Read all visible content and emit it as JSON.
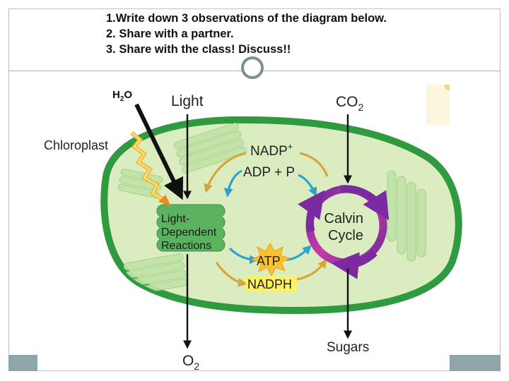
{
  "slide": {
    "instructions": [
      "1.Write down 3 observations of the diagram below.",
      "2. Share with a partner.",
      "3. Share with the class! Discuss!!"
    ]
  },
  "diagram": {
    "water_label": {
      "main": "H",
      "sub": "2",
      "tail": "O"
    },
    "light_label": "Light",
    "co2_label": {
      "main": "CO",
      "sub": "2"
    },
    "chloroplast_label": "Chloroplast",
    "nadp_label": {
      "main": "NADP",
      "sup": "+"
    },
    "adp_label": "ADP + P",
    "light_reactions_label": [
      "Light-",
      "Dependent",
      "Reactions"
    ],
    "calvin_label": [
      "Calvin",
      "Cycle"
    ],
    "atp_label": "ATP",
    "nadph_label": "NADPH",
    "o2_label": {
      "main": "O",
      "sub": "2"
    },
    "sugars_label": "Sugars"
  },
  "colors": {
    "membrane_outer": "#2f9a3f",
    "stroma": "#dbedc0",
    "thylakoid": "#5bb35f",
    "gold_arrow": "#d9a43a",
    "blue_arrow": "#2ba3cf",
    "calvin_purple": "#7b2aa0",
    "calvin_magenta": "#c23aa6",
    "atp_burst": "#f6c32e",
    "nadph_highlight": "#fff25c"
  }
}
